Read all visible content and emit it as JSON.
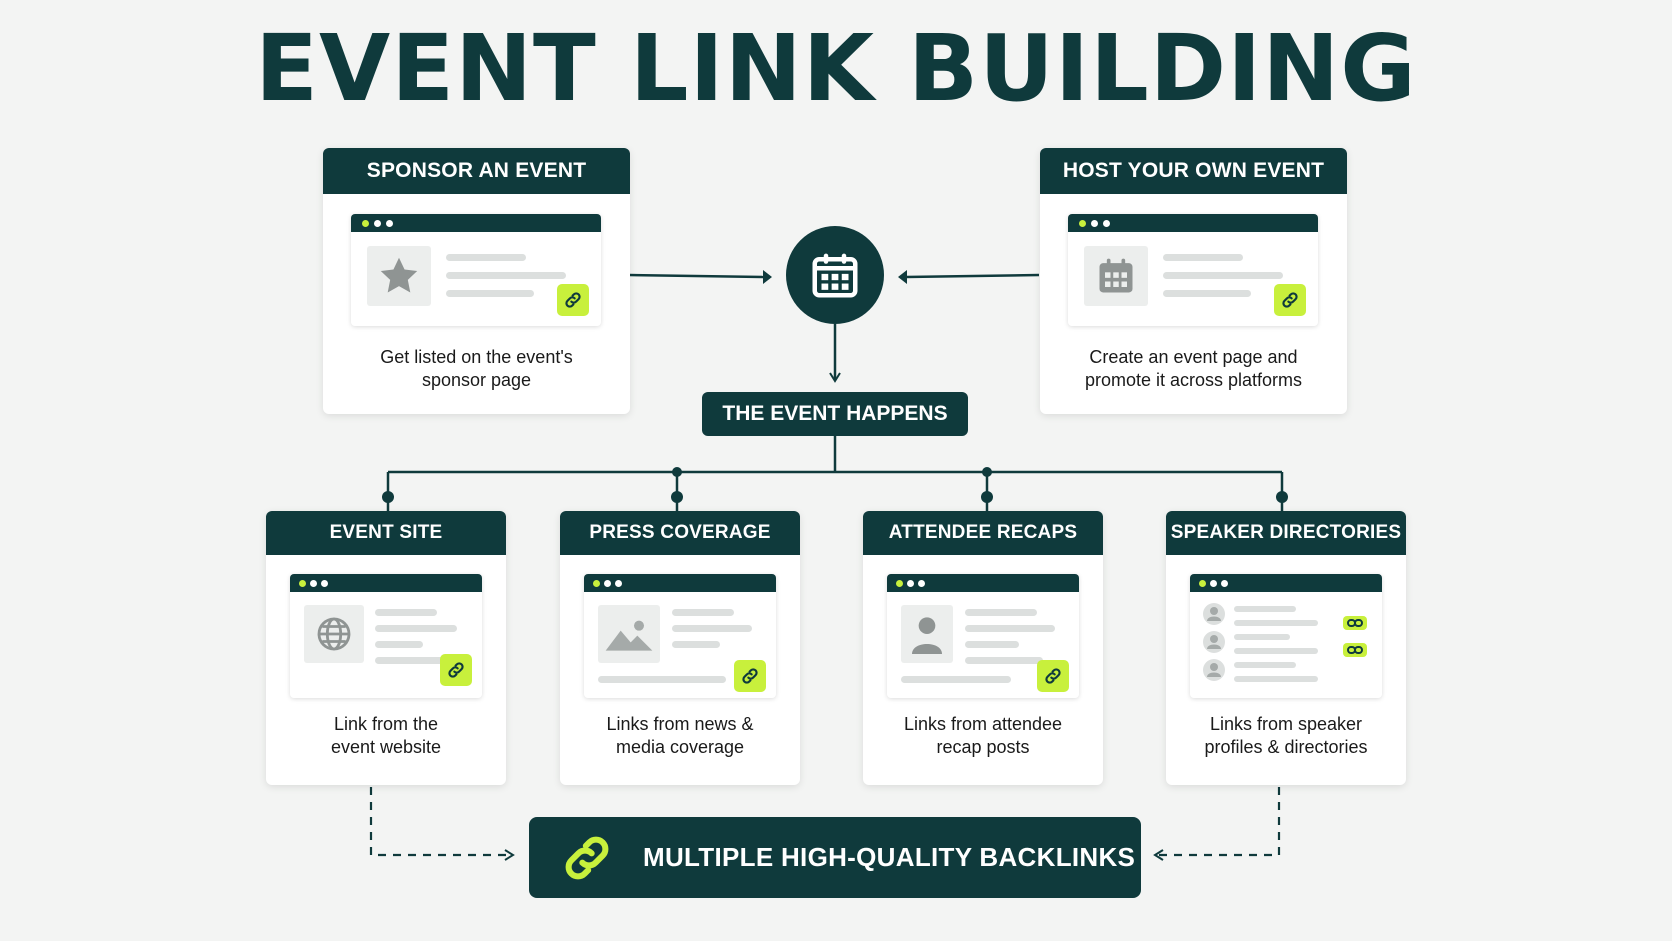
{
  "title": "EVENT LINK BUILDING",
  "colors": {
    "primary": "#0f3a3c",
    "accent": "#c8f03c",
    "background": "#f3f4f3"
  },
  "top_cards": [
    {
      "title": "SPONSOR AN EVENT",
      "description_l1": "Get listed on the event's",
      "description_l2": "sponsor page",
      "icon": "star-icon"
    },
    {
      "title": "HOST YOUR OWN EVENT",
      "description_l1": "Create an event page and",
      "description_l2": "promote it across platforms",
      "icon": "calendar-icon"
    }
  ],
  "hub": {
    "icon": "calendar-icon"
  },
  "event_pill": "THE EVENT HAPPENS",
  "bottom_cards": [
    {
      "title": "EVENT SITE",
      "description_l1": "Link from the",
      "description_l2": "event website",
      "icon": "globe-icon"
    },
    {
      "title": "PRESS COVERAGE",
      "description_l1": "Links from news &",
      "description_l2": "media coverage",
      "icon": "image-icon"
    },
    {
      "title": "ATTENDEE RECAPS",
      "description_l1": "Links from attendee",
      "description_l2": "recap posts",
      "icon": "person-icon"
    },
    {
      "title": "SPEAKER DIRECTORIES",
      "description_l1": "Links from speaker",
      "description_l2": "profiles & directories",
      "icon": "people-list-icon"
    }
  ],
  "result": {
    "label": "MULTIPLE HIGH-QUALITY BACKLINKS",
    "icon": "chain-link-icon"
  }
}
